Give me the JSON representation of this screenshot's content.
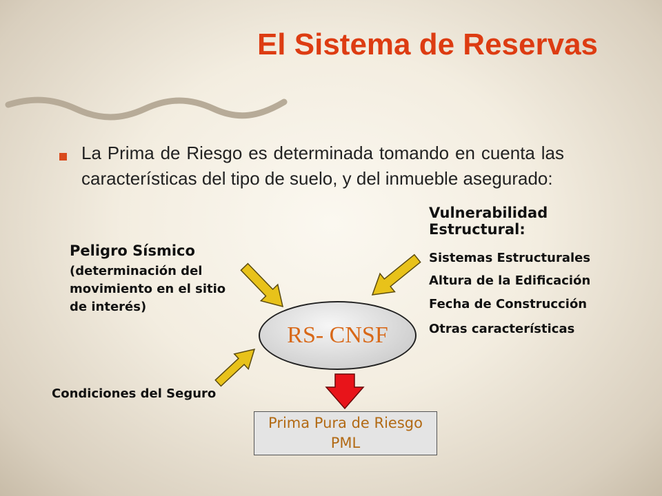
{
  "title": "El Sistema de Reservas",
  "bullet": "La Prima de Riesgo es determinada tomando en cuenta las características del tipo de suelo, y del inmueble asegurado:",
  "vulnerabilidad": {
    "title": "Vulnerabilidad Estructural:",
    "items": [
      "Sistemas Estructurales",
      "Altura de la Edificación",
      "Fecha de Construcción",
      "Otras características"
    ]
  },
  "peligro": {
    "title": "Peligro Sísmico",
    "description": "(determinación del movimiento en el sitio de interés)"
  },
  "condiciones": "Condiciones del Seguro",
  "center": "RS- CNSF",
  "result": {
    "line1": "Prima Pura de Riesgo",
    "line2": "PML"
  },
  "colors": {
    "title": "#dd3c12",
    "bullet": "#d94a1c",
    "input_arrow": "#e8c21a",
    "output_arrow": "#e8141a",
    "center_text": "#d86818",
    "result_text": "#b26a14"
  }
}
